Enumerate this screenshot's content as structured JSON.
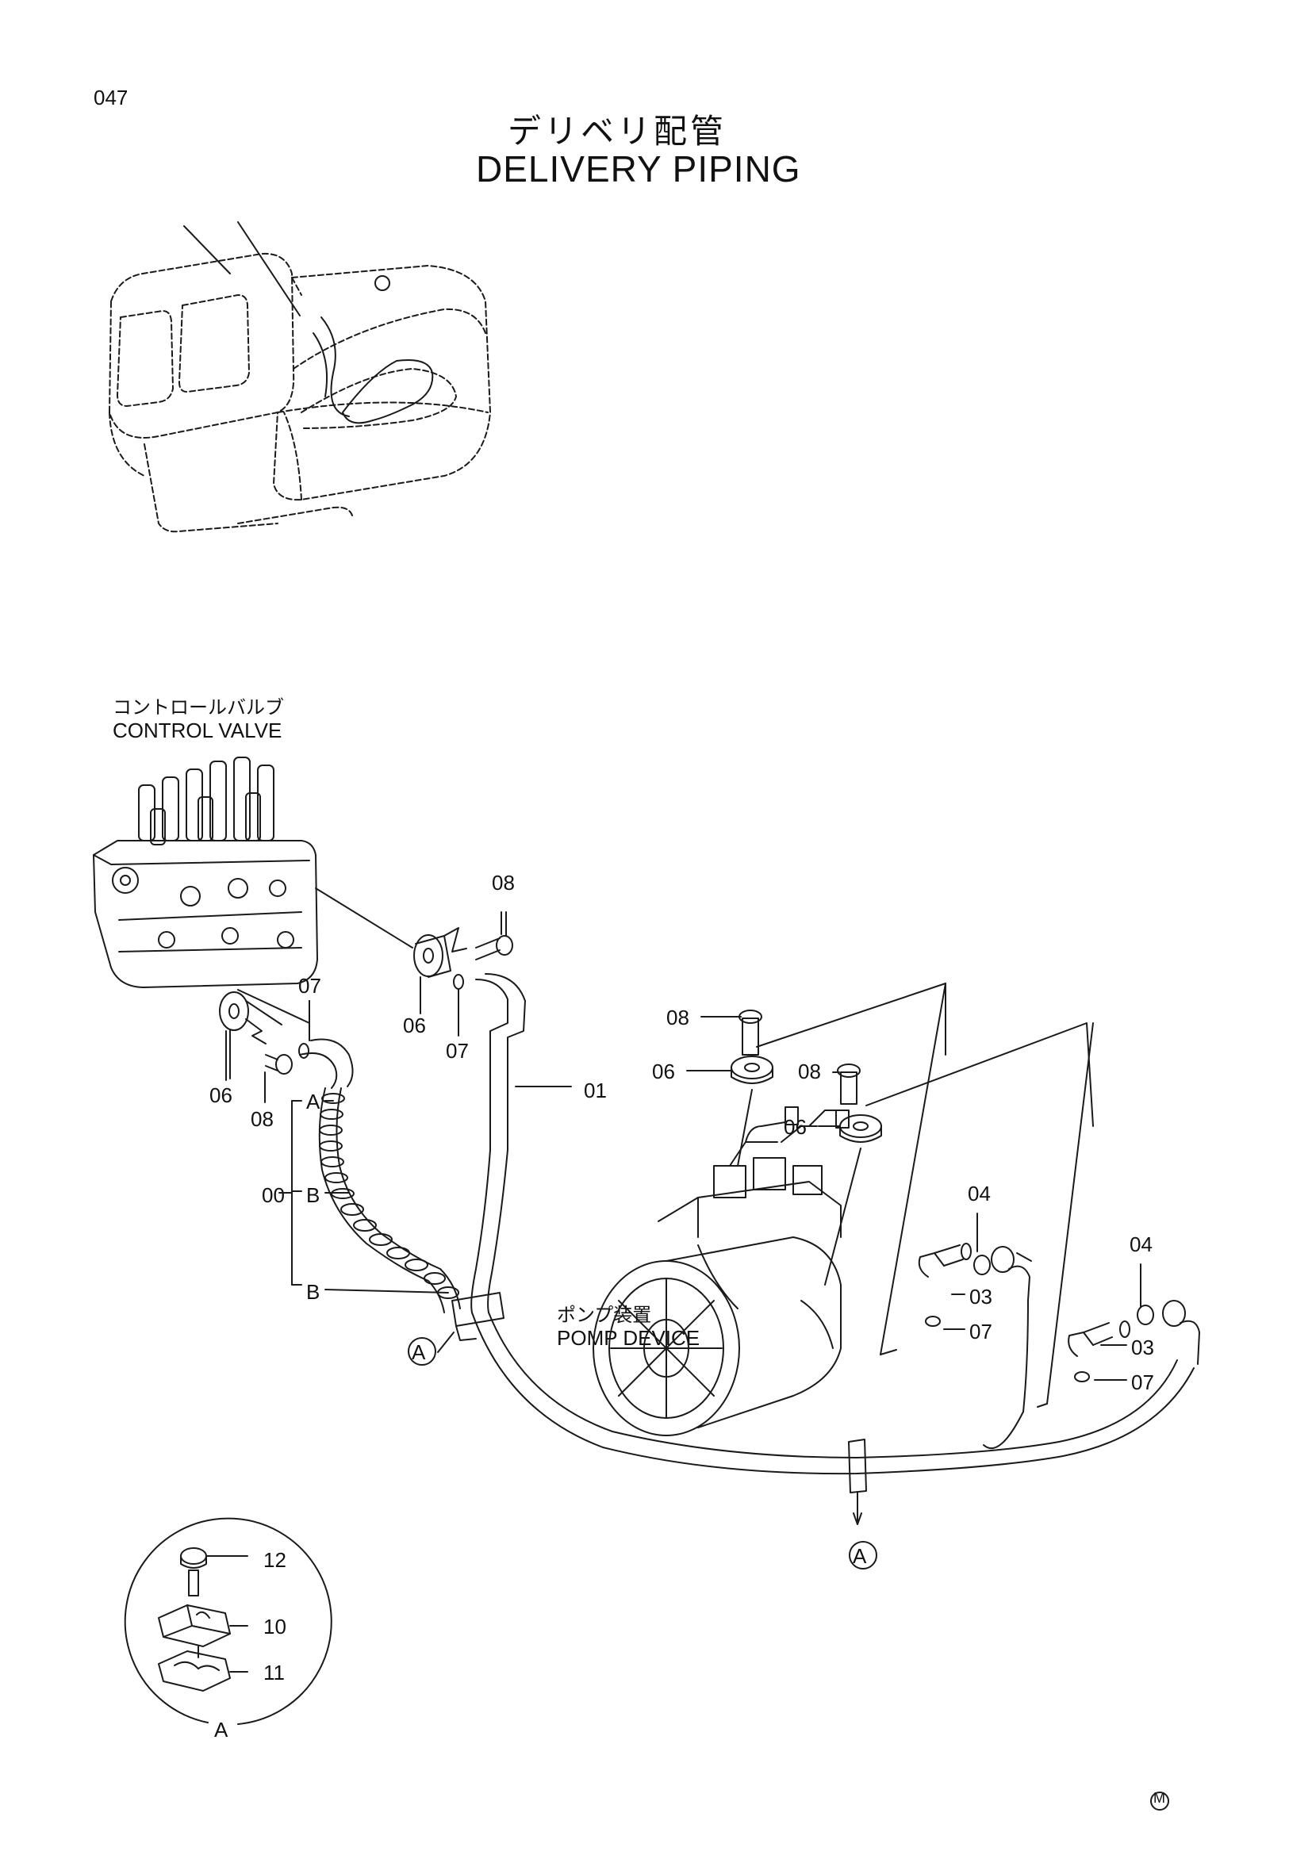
{
  "page": {
    "number": "047"
  },
  "title": {
    "japanese": "デリベリ配管",
    "english": "DELIVERY PIPING"
  },
  "components": {
    "control_valve": {
      "japanese": "コントロールバルブ",
      "english": "CONTROL VALVE"
    },
    "pump_device": {
      "japanese": "ポンプ装置",
      "english": "POMP DEVICE"
    }
  },
  "callouts": {
    "p08_a": "08",
    "p08_b": "08",
    "p08_c": "08",
    "p08_d": "08",
    "p07_a": "07",
    "p07_b": "07",
    "p07_c": "07",
    "p07_d": "07",
    "p06_a": "06",
    "p06_b": "06",
    "p06_c": "06",
    "p06_d": "06",
    "p01": "01",
    "p00": "00",
    "hose_a": "A",
    "hose_b1": "B",
    "hose_b2": "B",
    "p04_a": "04",
    "p04_b": "04",
    "p03_a": "03",
    "p03_b": "03",
    "p12": "12",
    "p10": "10",
    "p11": "11"
  },
  "detail": {
    "ref_main": "A",
    "ref_right": "A",
    "detail_label": "A"
  },
  "footer": {
    "mark": "M"
  }
}
